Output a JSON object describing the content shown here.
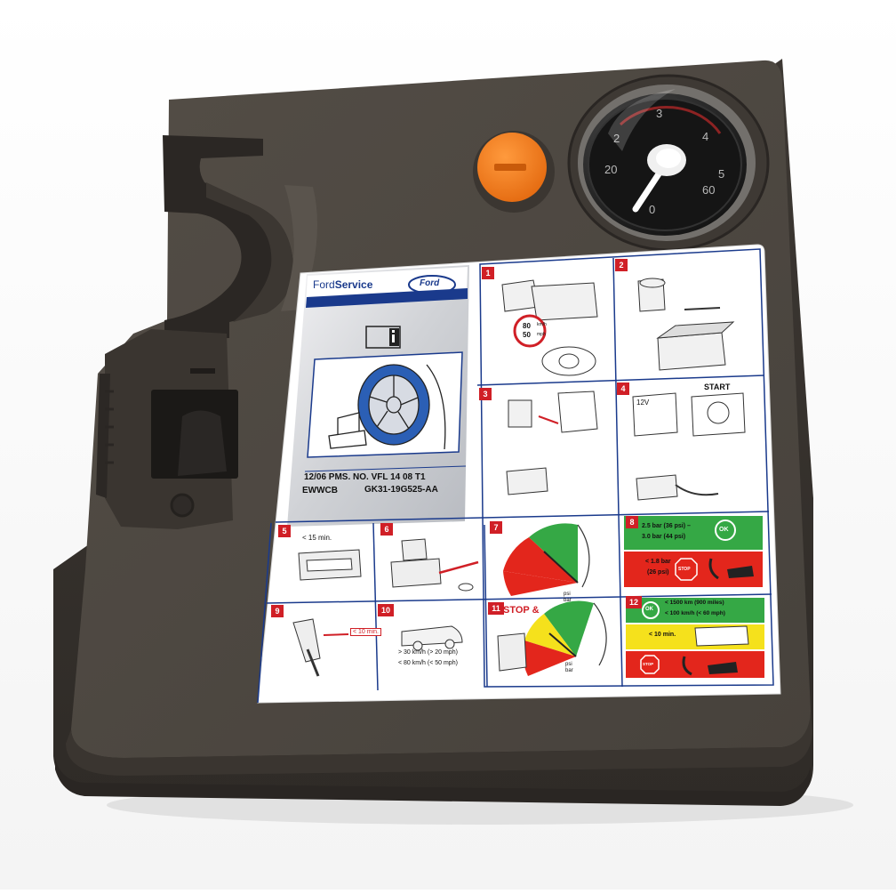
{
  "device": {
    "colors": {
      "body": "#45403a",
      "top": "#4d4842",
      "cap": "#f07d1e",
      "label_blue": "#1a3a8c",
      "red": "#e3261c",
      "green": "#35a845",
      "yellow": "#f5e11c"
    }
  },
  "label": {
    "brand_prefix": "Ford",
    "brand_suffix": "Service",
    "logo_text": "Ford",
    "part_line_1": "12/06 PMS. NO. VFL 14 08 T1",
    "part_line_2_left": "EWWCB",
    "part_line_2_right": "GK31-19G525-AA",
    "step_numbers": [
      "1",
      "2",
      "3",
      "4",
      "5",
      "6",
      "7",
      "8",
      "9",
      "10",
      "11",
      "12"
    ],
    "step1_speed_top": "80",
    "step1_speed_bottom": "50",
    "step1_speed_unit_top": "km/h",
    "step1_speed_unit_bottom": "mph",
    "step4_voltage": "12V",
    "step4_start": "START",
    "step5_time": "< 15 min.",
    "gauge_unit_psi": "psi",
    "gauge_unit_bar": "bar",
    "step8_ok_line_1": "2.5 bar (36 psi) –",
    "step8_ok_line_2": "3.0 bar (44 psi)",
    "step8_ok_badge": "OK",
    "step8_stop_line_1": "< 1.8 bar",
    "step8_stop_line_2": "(26 psi)",
    "step8_stop_badge": "STOP",
    "step10_time": "< 10 min.",
    "step10_speed_1": "> 30 km/h (> 20 mph)",
    "step10_speed_2": "< 80 km/h (< 50 mph)",
    "step11_title": "STOP &",
    "step12_ok_badge": "OK",
    "step12_ok_line_1": "< 1500 km  (900 miles)",
    "step12_ok_line_2": "< 100 km/h (< 60 mph)",
    "step12_time": "< 10 min.",
    "step12_stop_badge": "STOP"
  }
}
